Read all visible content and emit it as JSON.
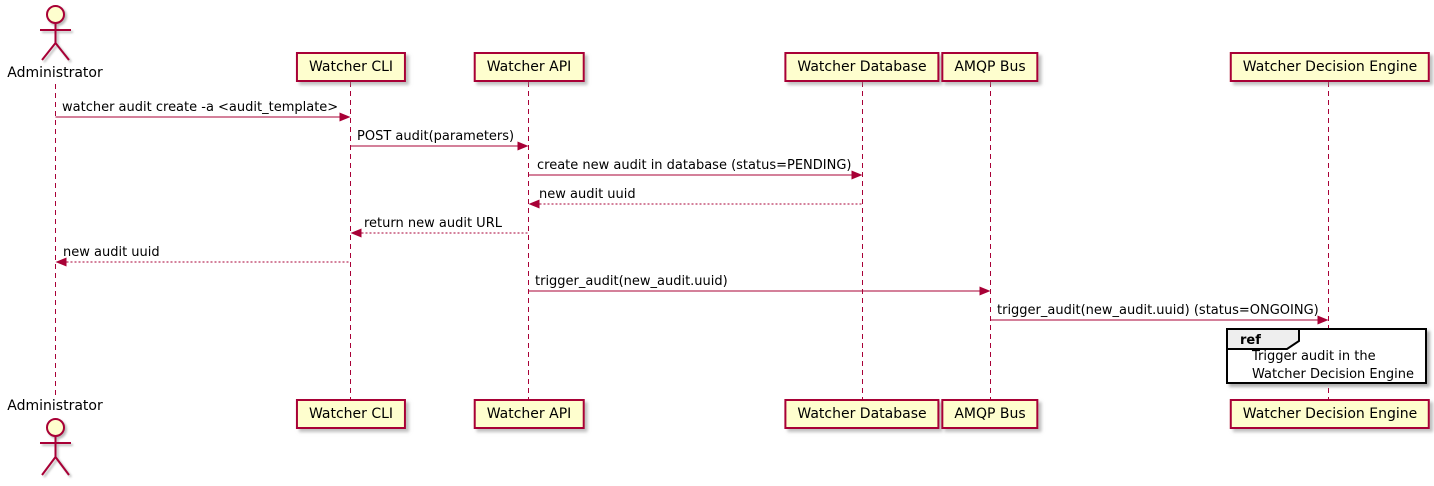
{
  "diagram": {
    "type": "sequence",
    "participants": [
      {
        "label": "Administrator",
        "kind": "actor"
      },
      {
        "label": "Watcher CLI",
        "kind": "participant"
      },
      {
        "label": "Watcher API",
        "kind": "participant"
      },
      {
        "label": "Watcher Database",
        "kind": "participant"
      },
      {
        "label": "AMQP Bus",
        "kind": "participant"
      },
      {
        "label": "Watcher Decision Engine",
        "kind": "participant"
      }
    ],
    "messages": [
      {
        "from": "Administrator",
        "to": "Watcher CLI",
        "label": "watcher audit create -a <audit_template>",
        "line": "solid"
      },
      {
        "from": "Watcher CLI",
        "to": "Watcher API",
        "label": "POST audit(parameters)",
        "line": "solid"
      },
      {
        "from": "Watcher API",
        "to": "Watcher Database",
        "label": "create new audit in database (status=PENDING)",
        "line": "solid"
      },
      {
        "from": "Watcher Database",
        "to": "Watcher API",
        "label": "new audit uuid",
        "line": "dotted"
      },
      {
        "from": "Watcher API",
        "to": "Watcher CLI",
        "label": "return new audit URL",
        "line": "dotted"
      },
      {
        "from": "Watcher CLI",
        "to": "Administrator",
        "label": "new audit uuid",
        "line": "dotted"
      },
      {
        "from": "Watcher API",
        "to": "AMQP Bus",
        "label": "trigger_audit(new_audit.uuid)",
        "line": "solid"
      },
      {
        "from": "AMQP Bus",
        "to": "Watcher Decision Engine",
        "label": "trigger_audit(new_audit.uuid) (status=ONGOING)",
        "line": "solid"
      }
    ],
    "ref_fragment": {
      "keyword": "ref",
      "lines": [
        "Trigger audit in the",
        "Watcher Decision Engine"
      ]
    },
    "colors": {
      "participant_fill": "#FEFECE",
      "accent": "#A80036",
      "text": "#000000",
      "ref_border": "#000000",
      "ref_tab_fill": "#EEEEEE"
    }
  }
}
